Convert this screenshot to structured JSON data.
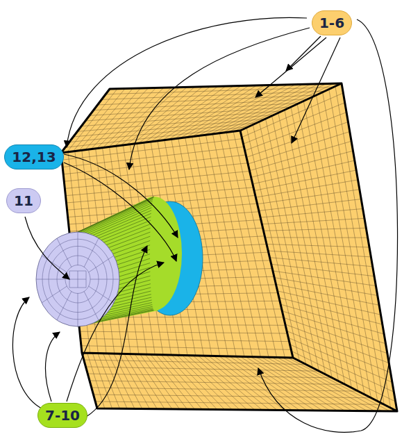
{
  "diagram": {
    "labels": [
      "1-6",
      "12,13",
      "11",
      "7-10"
    ]
  }
}
